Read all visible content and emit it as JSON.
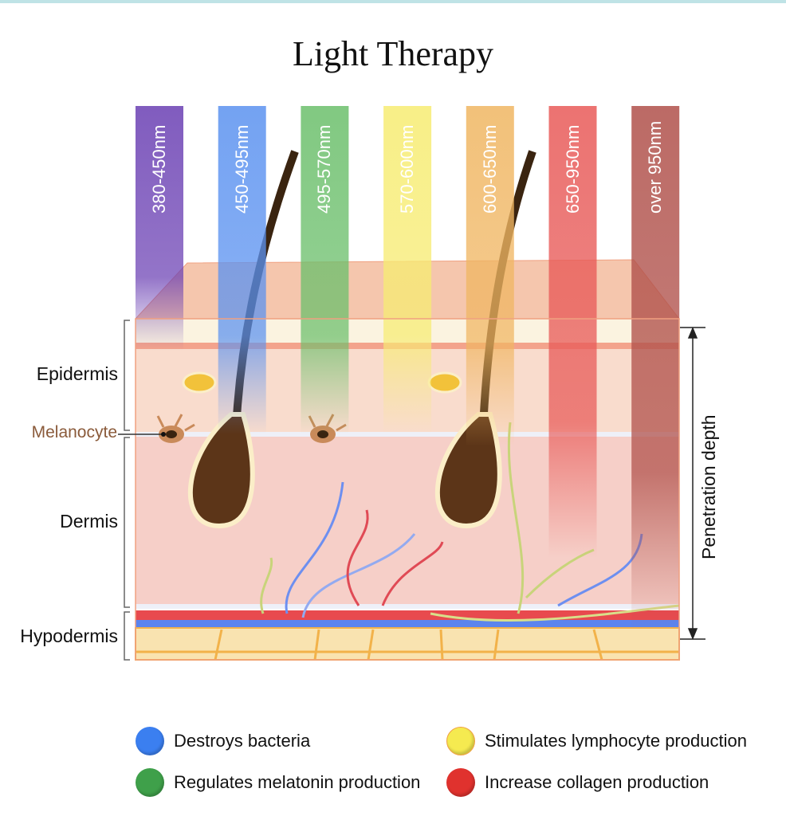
{
  "title": "Light Therapy",
  "wavelength_bands": [
    {
      "label": "380-450nm",
      "color": "#6a3fb3",
      "depth": "epidermis-upper"
    },
    {
      "label": "450-495nm",
      "color": "#5b92f0",
      "depth": "epidermis"
    },
    {
      "label": "495-570nm",
      "color": "#6bbf6b",
      "depth": "epidermis"
    },
    {
      "label": "570-600nm",
      "color": "#f7ec72",
      "depth": "epidermis"
    },
    {
      "label": "600-650nm",
      "color": "#f0b662",
      "depth": "dermis-upper"
    },
    {
      "label": "650-950nm",
      "color": "#e85a58",
      "depth": "dermis"
    },
    {
      "label": "over  950nm",
      "color": "#b0504a",
      "depth": "hypodermis"
    }
  ],
  "layers": {
    "epidermis": "Epidermis",
    "melanocyte": "Melanocyte",
    "dermis": "Dermis",
    "hypodermis": "Hypodermis"
  },
  "penetration_label": "Penetration depth",
  "legend": [
    {
      "label": "Destroys bacteria",
      "color": "#3b7ff0"
    },
    {
      "label": "Stimulates lymphocyte production",
      "color": "#f5ea50"
    },
    {
      "label": "Regulates melatonin production",
      "color": "#3fa04a"
    },
    {
      "label": "Increase collagen production",
      "color": "#e0322e"
    }
  ]
}
